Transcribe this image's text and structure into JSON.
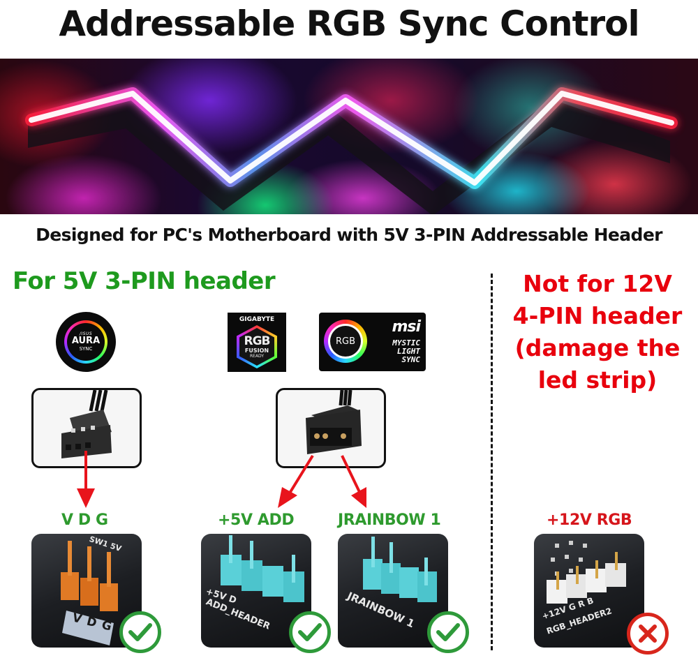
{
  "header": {
    "title": "Addressable RGB Sync Control"
  },
  "hero": {
    "description": "Zig-zag addressable RGB LED strip glowing in rainbow colors"
  },
  "subtitle": "Designed for PC's Motherboard with 5V 3-PIN Addressable Header",
  "compatible_section": {
    "heading": "For 5V 3-PIN header",
    "logos": {
      "asus": {
        "brand": "/ISUS",
        "line1": "AURA",
        "line2": "SYNC"
      },
      "gigabyte": {
        "brand": "GIGABYTE",
        "line1": "RGB",
        "line2": "FUSION",
        "line3": "READY"
      },
      "msi": {
        "ring_text": "RGB",
        "brand": "msi",
        "line1": "MYSTIC",
        "line2": "LIGHT",
        "line3": "SYNC"
      }
    },
    "headers": [
      {
        "label": "V D G",
        "silkscreen": [
          "V",
          "D",
          "G"
        ],
        "extra": "SW1  5V",
        "pin_color": "#e07a25",
        "status": "compatible"
      },
      {
        "label": "+5V ADD",
        "silkscreen": [
          "+5V  D",
          "ADD_HEADER"
        ],
        "pin_color": "#5ad0d8",
        "status": "compatible"
      },
      {
        "label": "JRAINBOW 1",
        "silkscreen": [
          "JRAINBOW 1"
        ],
        "pin_color": "#5ad0d8",
        "status": "compatible"
      }
    ]
  },
  "incompatible_section": {
    "heading_lines": [
      "Not for 12V",
      "4-PIN header",
      "(damage the",
      "led strip)"
    ],
    "headers": [
      {
        "label": "+12V RGB",
        "silkscreen": [
          "+12V G  R  B",
          "RGB_HEADER2"
        ],
        "pin_color": "#f2f2f2",
        "status": "incompatible"
      }
    ]
  },
  "colors": {
    "compatible_green": "#1e9a1e",
    "label_green": "#2e9a2e",
    "warning_red": "#e8000d",
    "arrow_red": "#e8141c"
  }
}
